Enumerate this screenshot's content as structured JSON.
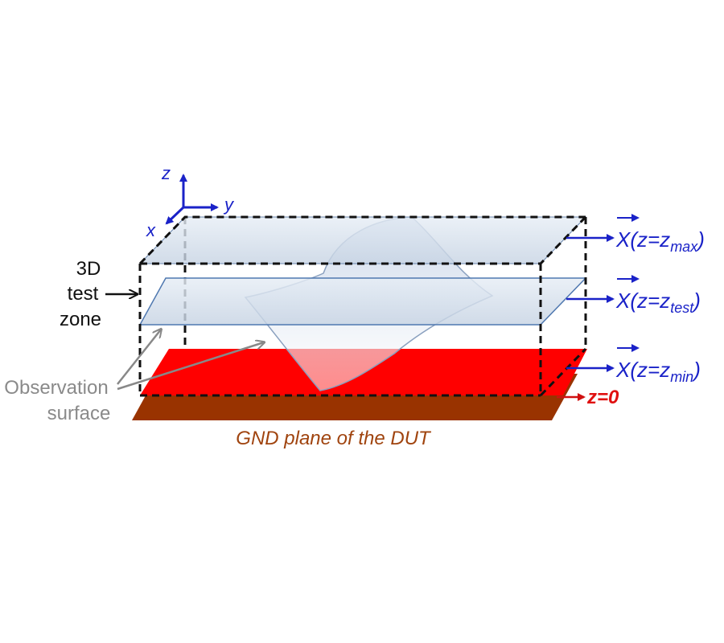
{
  "axes": {
    "z": "z",
    "y": "y",
    "x": "x"
  },
  "test_zone_label": [
    "3D",
    "test",
    "zone"
  ],
  "observation_label": [
    "Observation",
    "surface"
  ],
  "gnd_label": "GND plane of the DUT",
  "vector_symbol": "X",
  "planes": [
    {
      "prefix": "(z=z",
      "subscript": "max",
      "suffix": ")"
    },
    {
      "prefix": "(z=z",
      "subscript": "test",
      "suffix": ")"
    },
    {
      "prefix": "(z=z",
      "subscript": "min",
      "suffix": ")"
    }
  ],
  "z0_label": "z=0",
  "colors": {
    "blue": "#1a22c8",
    "red_plane": "#ff0000",
    "brown_plane": "#993300",
    "gnd_text": "#a0440f",
    "gray_text": "#8a8a8a"
  }
}
